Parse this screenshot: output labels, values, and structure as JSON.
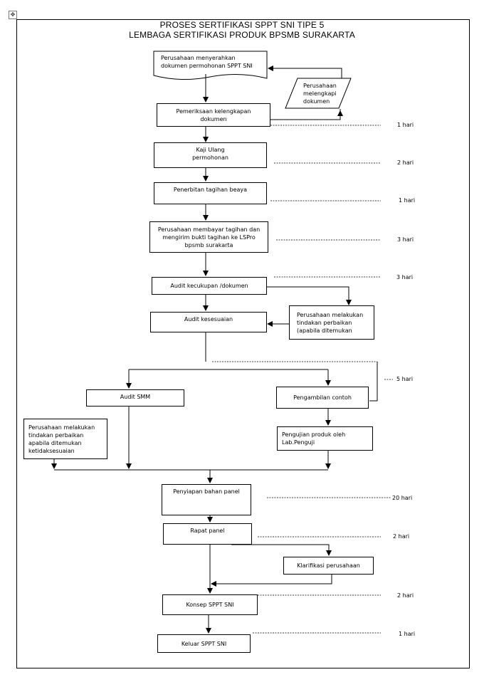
{
  "title": {
    "line1": "PROSES SERTIFIKASI SPPT SNI TIPE 5",
    "line2": "LEMBAGA SERTIFIKASI PRODUK BPSMB SURAKARTA"
  },
  "move_handle_icon": "move-arrows-icon",
  "steps": {
    "submit_docs": "Perusahaan menyerahkan\ndokumen permohonan SPPT SNI",
    "complete_docs": "Perusahaan\nmelengkapi\ndokumen",
    "check_docs": "Pemeriksaan kelengkapan\ndokumen",
    "review": "Kaji Ulang\npermohonan",
    "invoice": "Penerbitan tagihan beaya",
    "payment": "Perusahaan membayar tagihan dan\nmengirim bukti tagihan ke LSPro\nbpsmb surakarta",
    "audit_docs": "Audit kecukupan /dokumen",
    "corrective_1": "Perusahaan melakukan\ntindakan perbaikan\n(apabila ditemukan",
    "audit_conformity": "Audit kesesuaian",
    "audit_smm": "Audit SMM",
    "sampling": "Pengambilan contoh",
    "corrective_2": "Perusahaan melakukan\ntindakan perbaikan\napabila ditemukan\nketidaksesuaian",
    "testing": "Pengujian produk oleh\nLab.Penguji",
    "panel_prep": "Penyiapan bahan panel",
    "panel_meeting": "Rapat panel",
    "clarification": "Klarifikasi perusahaan",
    "draft": "Konsep SPPT SNI",
    "issue": "Keluar SPPT SNI"
  },
  "durations": {
    "d1": "1 hari",
    "d2": "2 hari",
    "d3": "1 hari",
    "d4": "3 hari",
    "d5": "3  hari",
    "d6": "5 hari",
    "d7": "20 hari",
    "d8": "2 hari",
    "d9": "2 hari",
    "d10": "1 hari"
  }
}
